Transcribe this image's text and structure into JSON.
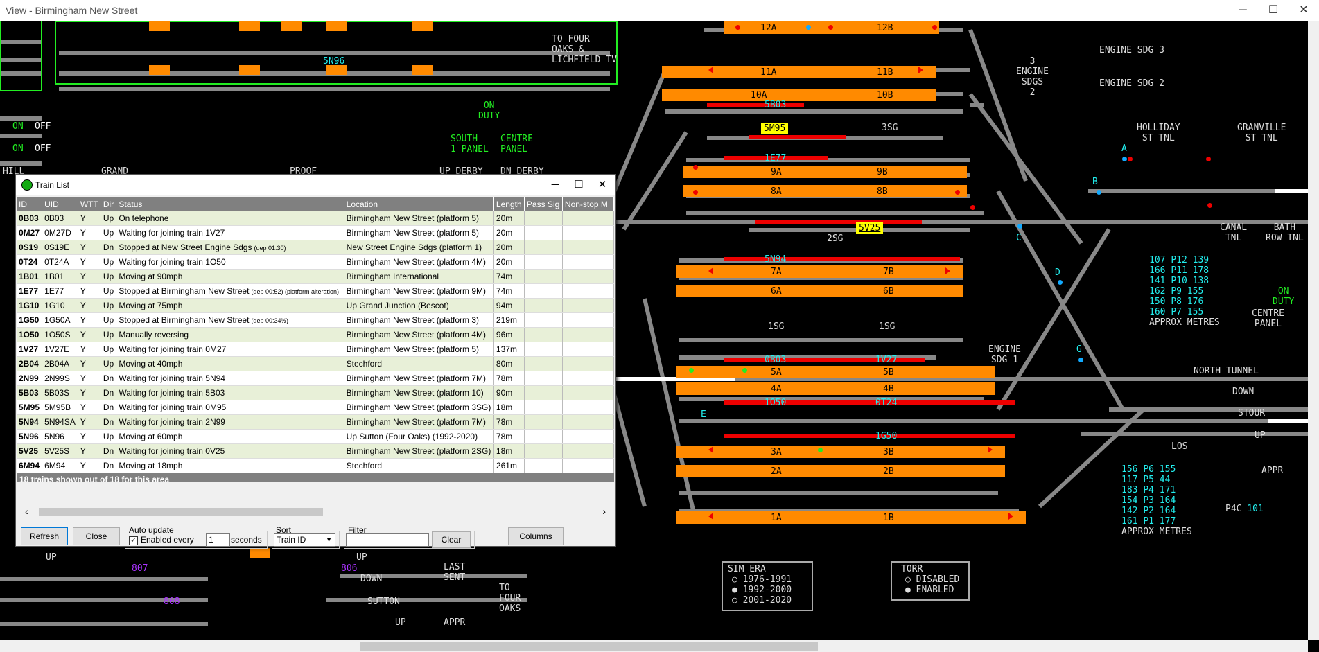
{
  "window": {
    "title": "View - Birmingham New Street",
    "min": "─",
    "max": "☐",
    "close": "✕"
  },
  "dialog": {
    "title": "Train List",
    "columns": [
      "ID",
      "UID",
      "WTT",
      "Dir",
      "Status",
      "Location",
      "Length",
      "Pass Sig",
      "Non-stop M"
    ],
    "rows": [
      {
        "id": "0B03",
        "uid": "0B03",
        "wtt": "Y",
        "dir": "Up",
        "status": "On telephone",
        "status_note": "",
        "location": "Birmingham New Street (platform 5)",
        "length": "20m"
      },
      {
        "id": "0M27",
        "uid": "0M27D",
        "wtt": "Y",
        "dir": "Up",
        "status": "Waiting for joining train 1V27",
        "status_note": "",
        "location": "Birmingham New Street (platform 5)",
        "length": "20m"
      },
      {
        "id": "0S19",
        "uid": "0S19E",
        "wtt": "Y",
        "dir": "Dn",
        "status": "Stopped at New Street Engine Sdgs",
        "status_note": "(dep 01:30)",
        "location": "New Street Engine Sdgs (platform 1)",
        "length": "20m"
      },
      {
        "id": "0T24",
        "uid": "0T24A",
        "wtt": "Y",
        "dir": "Up",
        "status": "Waiting for joining train 1O50",
        "status_note": "",
        "location": "Birmingham New Street (platform 4M)",
        "length": "20m"
      },
      {
        "id": "1B01",
        "uid": "1B01",
        "wtt": "Y",
        "dir": "Up",
        "status": "Moving at 90mph",
        "status_note": "",
        "location": "Birmingham International",
        "length": "74m"
      },
      {
        "id": "1E77",
        "uid": "1E77",
        "wtt": "Y",
        "dir": "Up",
        "status": "Stopped at Birmingham New Street",
        "status_note": "(dep 00:52) (platform alteration)",
        "location": "Birmingham New Street (platform 9M)",
        "length": "74m"
      },
      {
        "id": "1G10",
        "uid": "1G10",
        "wtt": "Y",
        "dir": "Up",
        "status": "Moving at 75mph",
        "status_note": "",
        "location": "Up Grand Junction (Bescot)",
        "length": "94m"
      },
      {
        "id": "1G50",
        "uid": "1G50A",
        "wtt": "Y",
        "dir": "Up",
        "status": "Stopped at Birmingham New Street",
        "status_note": "(dep 00:34½)",
        "location": "Birmingham New Street (platform 3)",
        "length": "219m"
      },
      {
        "id": "1O50",
        "uid": "1O50S",
        "wtt": "Y",
        "dir": "Up",
        "status": "Manually reversing",
        "status_note": "",
        "location": "Birmingham New Street (platform 4M)",
        "length": "96m"
      },
      {
        "id": "1V27",
        "uid": "1V27E",
        "wtt": "Y",
        "dir": "Up",
        "status": "Waiting for joining train 0M27",
        "status_note": "",
        "location": "Birmingham New Street (platform 5)",
        "length": "137m"
      },
      {
        "id": "2B04",
        "uid": "2B04A",
        "wtt": "Y",
        "dir": "Up",
        "status": "Moving at 40mph",
        "status_note": "",
        "location": "Stechford",
        "length": "80m"
      },
      {
        "id": "2N99",
        "uid": "2N99S",
        "wtt": "Y",
        "dir": "Dn",
        "status": "Waiting for joining train 5N94",
        "status_note": "",
        "location": "Birmingham New Street (platform 7M)",
        "length": "78m"
      },
      {
        "id": "5B03",
        "uid": "5B03S",
        "wtt": "Y",
        "dir": "Dn",
        "status": "Waiting for joining train 5B03",
        "status_note": "",
        "location": "Birmingham New Street (platform 10)",
        "length": "90m"
      },
      {
        "id": "5M95",
        "uid": "5M95B",
        "wtt": "Y",
        "dir": "Dn",
        "status": "Waiting for joining train 0M95",
        "status_note": "",
        "location": "Birmingham New Street (platform 3SG)",
        "length": "18m"
      },
      {
        "id": "5N94",
        "uid": "5N94SA",
        "wtt": "Y",
        "dir": "Dn",
        "status": "Waiting for joining train 2N99",
        "status_note": "",
        "location": "Birmingham New Street (platform 7M)",
        "length": "78m"
      },
      {
        "id": "5N96",
        "uid": "5N96",
        "wtt": "Y",
        "dir": "Up",
        "status": "Moving at 60mph",
        "status_note": "",
        "location": "Up Sutton (Four Oaks) (1992-2020)",
        "length": "78m"
      },
      {
        "id": "5V25",
        "uid": "5V25S",
        "wtt": "Y",
        "dir": "Dn",
        "status": "Waiting for joining train 0V25",
        "status_note": "",
        "location": "Birmingham New Street (platform 2SG)",
        "length": "18m"
      },
      {
        "id": "6M94",
        "uid": "6M94",
        "wtt": "Y",
        "dir": "Dn",
        "status": "Moving at 18mph",
        "status_note": "",
        "location": "Stechford",
        "length": "261m"
      }
    ],
    "summary": "18 trains shown out of 18 for this area",
    "refresh": "Refresh",
    "close_btn": "Close",
    "auto_update_label": "Auto update",
    "enabled_every": "Enabled every",
    "interval": "1",
    "seconds": "seconds",
    "sort_label": "Sort",
    "sort_value": "Train ID",
    "filter_label": "Filter",
    "filter_value": "",
    "clear": "Clear",
    "columns_btn": "Columns"
  },
  "diagram": {
    "platforms": [
      "12A",
      "12B",
      "11A",
      "11B",
      "10A",
      "10B",
      "9A",
      "9B",
      "8A",
      "8B",
      "7A",
      "7B",
      "6A",
      "6B",
      "5A",
      "5B",
      "4A",
      "4B",
      "3A",
      "3B",
      "2A",
      "2B",
      "1A",
      "1B"
    ],
    "berths": [
      "5N96",
      "5B03",
      "1E77",
      "5N94",
      "0B03",
      "1V27",
      "1O50",
      "0T24",
      "1G50"
    ],
    "yellow_berths": [
      "5M95",
      "5V25"
    ],
    "sidings": [
      "3SG",
      "2SG",
      "1SG",
      "1SG"
    ],
    "labels": {
      "four_oaks": "TO FOUR\nOAKS &\nLICHFIELD TV",
      "on_off": "ON",
      "off": "OFF",
      "on_duty": "ON\nDUTY",
      "south_panel": "SOUTH\n1 PANEL",
      "centre_panel": "CENTRE\nPANEL",
      "grand": "GRAND",
      "proof": "PROOF",
      "up_derby": "UP DERBY",
      "dn_derby": "DN DERBY",
      "hill": "HILL",
      "engine_sdg3": "ENGINE SDG 3",
      "engine_sdg2": "ENGINE SDG 2",
      "engine_sdgs": "3\nENGINE\nSDGS\n2",
      "holliday": "HOLLIDAY\nST TNL",
      "granville": "GRANVILLE\nST TNL",
      "canal": "CANAL\nTNL",
      "bath_row": "BATH\nROW TNL",
      "engine_sdg1": "ENGINE\nSDG 1",
      "north_tunnel": "NORTH TUNNEL",
      "down": "DOWN",
      "stour": "STOUR",
      "los": "LOS",
      "up": "UP",
      "appr": "APPR",
      "last_sent": "LAST\nSENT",
      "to_four_oaks": "TO\nFOUR\nOAKS",
      "sutton": "SUTTON",
      "down2": "DOWN",
      "p4c": "P4C",
      "p4c_val": "101",
      "approx_metres": "APPROX METRES",
      "centre_panel_r": "CENTRE\nPANEL",
      "on_duty_r": "ON\nDUTY",
      "b806": "806",
      "b807": "807",
      "b808": "808"
    },
    "platform_lengths_top": [
      [
        "107",
        "P12",
        "139"
      ],
      [
        "166",
        "P11",
        "178"
      ],
      [
        "141",
        "P10",
        "138"
      ],
      [
        "162",
        "P9",
        "155"
      ],
      [
        "150",
        "P8",
        "176"
      ],
      [
        "160",
        "P7",
        "155"
      ]
    ],
    "platform_lengths_bottom": [
      [
        "156",
        "P6",
        "155"
      ],
      [
        "117",
        "P5",
        "44"
      ],
      [
        "183",
        "P4",
        "171"
      ],
      [
        "154",
        "P3",
        "164"
      ],
      [
        "142",
        "P2",
        "164"
      ],
      [
        "161",
        "P1",
        "177"
      ]
    ],
    "sim_era": {
      "title": "SIM ERA",
      "options": [
        "1976-1991",
        "1992-2000",
        "2001-2020"
      ],
      "selected": "1992-2000"
    },
    "torr": {
      "title": "TORR",
      "options": [
        "DISABLED",
        "ENABLED"
      ],
      "selected": "ENABLED"
    },
    "signal_letters": [
      "A",
      "B",
      "C",
      "D",
      "E",
      "G"
    ]
  },
  "colors": {
    "platform": "#ff8a00",
    "track": "#999999",
    "route": "#e00000",
    "berth_text": "#22eeee",
    "grid_header": "#808080",
    "row_alt": "#e8f0d8"
  }
}
